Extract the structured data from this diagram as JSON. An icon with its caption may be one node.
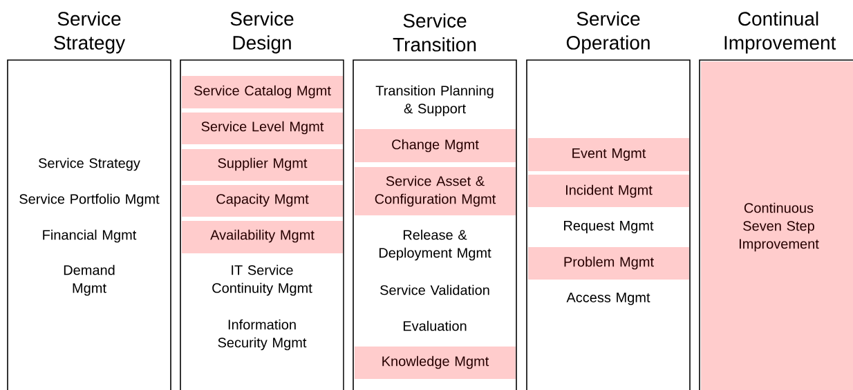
{
  "diagram": {
    "nodes": [
      {
        "text": [
          "Service Strategy"
        ]
      },
      {
        "text": [
          "Service Strategy"
        ],
        "in": 0
      },
      {
        "text": [
          "Service Portfolio Mgmt"
        ],
        "in": 0
      },
      {
        "text": [
          "Financial Mgmt"
        ],
        "in": 0
      },
      {
        "text": [
          "Demand Mgmt"
        ],
        "in": 0
      },
      {
        "text": [
          "Service Design"
        ]
      },
      {
        "text": [
          "Service Catalog Mgmt"
        ],
        "in": 5
      },
      {
        "text": [
          "Service Level Mgmt"
        ],
        "in": 5
      },
      {
        "text": [
          "Supplier Mgmt"
        ],
        "in": 5
      },
      {
        "text": [
          "Capacity Mgmt"
        ],
        "in": 5
      },
      {
        "text": [
          "Availability Mgmt"
        ],
        "in": 5
      },
      {
        "text": [
          "IT Service Continuity Mgmt"
        ],
        "in": 5
      },
      {
        "text": [
          "Information Security Mgmt"
        ],
        "in": 5
      },
      {
        "text": [
          "Service Transition"
        ]
      },
      {
        "text": [
          "Transition Planning & Support"
        ],
        "in": 13
      },
      {
        "text": [
          "Change Mgmt"
        ],
        "in": 13
      },
      {
        "text": [
          "Service Asset & Configuration Mgmt"
        ],
        "in": 13
      },
      {
        "text": [
          "Release & Deployment Mgmt"
        ],
        "in": 13
      },
      {
        "text": [
          "Service Validation"
        ],
        "in": 13
      },
      {
        "text": [
          "Evaluation"
        ],
        "in": 13
      },
      {
        "text": [
          "Knowledge Mgmt"
        ],
        "in": 13
      },
      {
        "text": [
          "Service Operation"
        ]
      },
      {
        "text": [
          "Event Mgmt"
        ],
        "in": 21
      },
      {
        "text": [
          "Incident Mgmt"
        ],
        "in": 21
      },
      {
        "text": [
          "Request Mgmt"
        ],
        "in": 21
      },
      {
        "text": [
          "Problem Mgmt"
        ],
        "in": 21
      },
      {
        "text": [
          "Access Mgmt"
        ],
        "in": 21
      },
      {
        "text": [
          "Continual Improvement"
        ]
      },
      {
        "text": [
          "Continuous Seven Step Improvement"
        ],
        "in": 27
      }
    ]
  }
}
